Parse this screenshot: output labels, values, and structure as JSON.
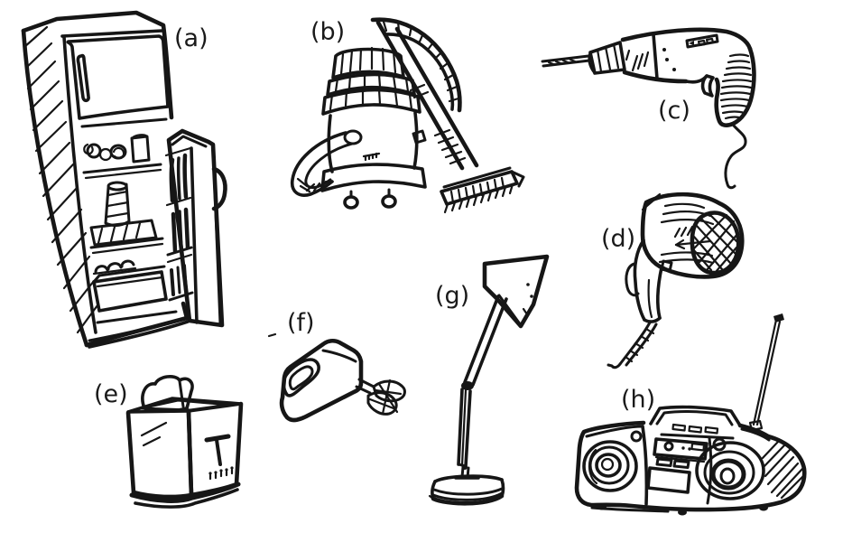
{
  "palette": {
    "background": "#ffffff",
    "ink": "#161616"
  },
  "items": [
    {
      "label": "(a)",
      "illustration": "refrigerator-sketch"
    },
    {
      "label": "(b)",
      "illustration": "vacuum-cleaner-sketch"
    },
    {
      "label": "(c)",
      "illustration": "power-drill-sketch"
    },
    {
      "label": "(d)",
      "illustration": "hair-dryer-sketch"
    },
    {
      "label": "(e)",
      "illustration": "toaster-sketch"
    },
    {
      "label": "(f)",
      "illustration": "hand-mixer-sketch"
    },
    {
      "label": "(g)",
      "illustration": "desk-lamp-sketch"
    },
    {
      "label": "(h)",
      "illustration": "radio-cassette-player-sketch"
    }
  ]
}
